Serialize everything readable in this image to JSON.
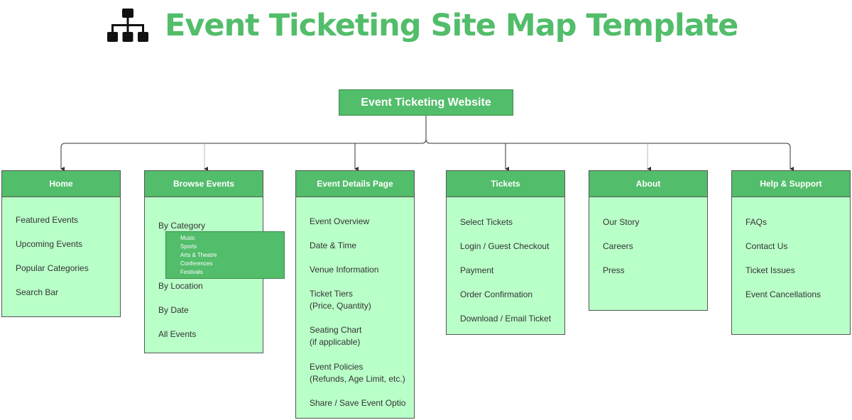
{
  "title": "Event Ticketing Site Map Template",
  "root": "Event Ticketing Website",
  "colors": {
    "accent": "#52bd6a",
    "panel": "#b9ffc8"
  },
  "columns": [
    {
      "header": "Home",
      "items": [
        "Featured Events",
        "Upcoming Events",
        "Popular Categories",
        "Search Bar"
      ]
    },
    {
      "header": "Browse Events",
      "items": [
        "By Category",
        "By Location",
        "By Date",
        "All Events"
      ],
      "submenu": [
        "Music",
        "Sports",
        "Arts & Theatre",
        "Conferences",
        "Festivals"
      ]
    },
    {
      "header": "Event Details Page",
      "items": [
        "Event Overview",
        "Date & Time",
        "Venue Information",
        "Ticket Tiers\n(Price, Quantity)",
        "Seating Chart\n(if applicable)",
        "Event Policies\n(Refunds, Age Limit, etc.)",
        "Share / Save Event Optio"
      ]
    },
    {
      "header": "Tickets",
      "items": [
        "Select Tickets",
        "Login / Guest Checkout",
        "Payment",
        "Order Confirmation",
        "Download / Email Ticket"
      ]
    },
    {
      "header": "About",
      "items": [
        "Our Story",
        "Careers",
        "Press"
      ]
    },
    {
      "header": "Help & Support",
      "items": [
        "FAQs",
        "Contact Us",
        "Ticket Issues",
        "Event Cancellations"
      ]
    }
  ]
}
